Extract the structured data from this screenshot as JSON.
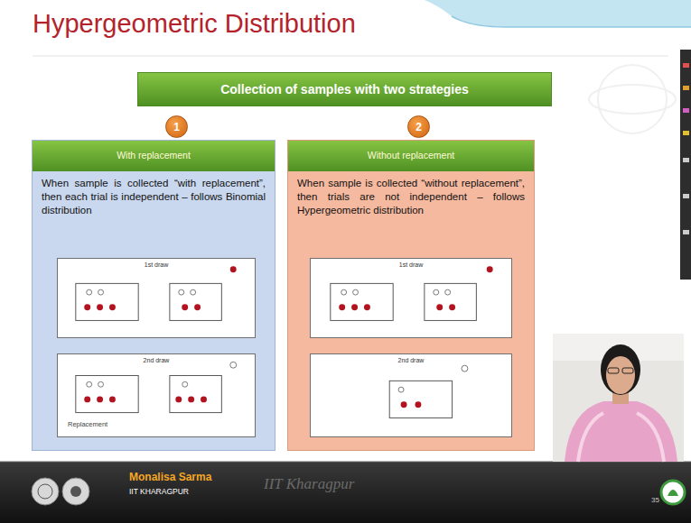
{
  "diagram": {
    "title": "Hypergeometric Distribution",
    "nodes": [
      {
        "text": [
          "Collection of samples with two strategies"
        ]
      },
      {
        "text": [
          "1"
        ]
      },
      {
        "text": [
          "2"
        ]
      },
      {
        "text": [
          "When sample is collected “with replacement”, then each trial is independent – follows Binomial distribution"
        ]
      },
      {
        "text": [
          "With replacement"
        ],
        "in": 3
      },
      {
        "text": [
          "1st draw"
        ],
        "in": 3
      },
      {
        "text": [
          "2nd draw"
        ],
        "in": 3
      },
      {
        "text": [
          "When sample is collected “without replacement”, then trials are not independent – follows Hypergeometric distribution"
        ]
      },
      {
        "text": [
          "Without replacement"
        ],
        "in": 7
      },
      {
        "text": [
          "1st draw"
        ],
        "in": 7
      },
      {
        "text": [
          "2nd draw"
        ],
        "in": 7
      }
    ],
    "labels": [
      "Replacement",
      "Monalisa Sarma",
      "IIT KHARAGPUR",
      "IIT Kharagpur",
      "35"
    ]
  }
}
